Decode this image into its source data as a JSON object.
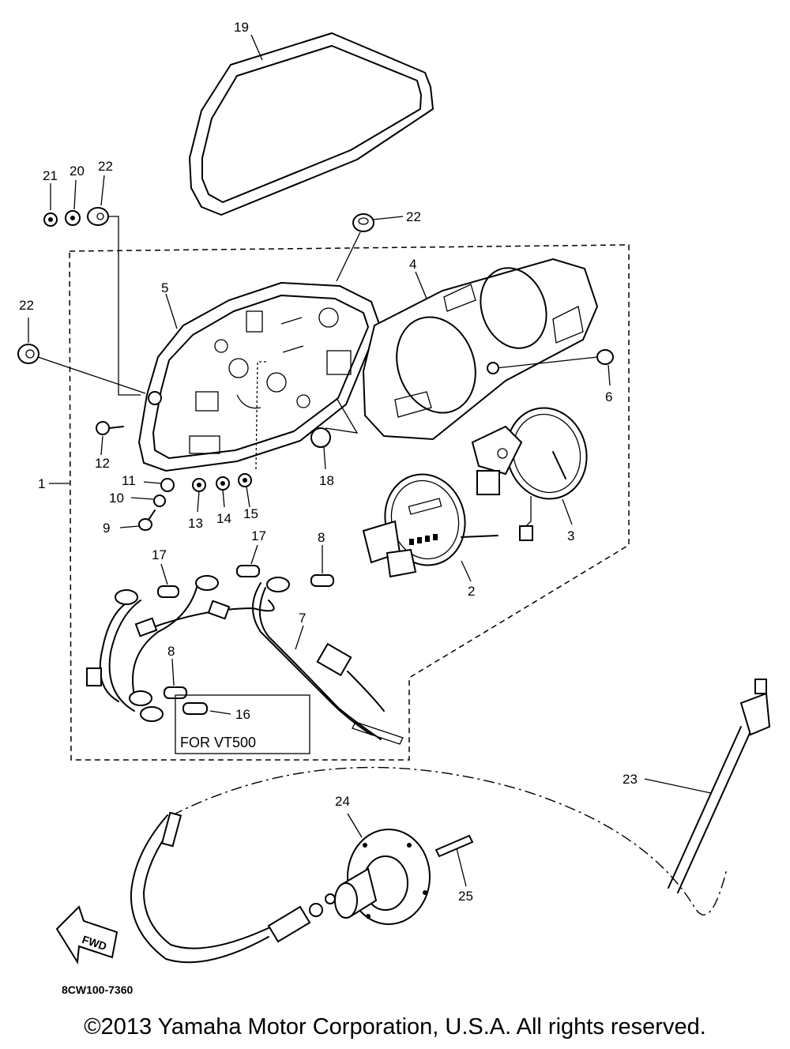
{
  "diagram_code": "8CW100-7360",
  "note_box": "FOR VT500",
  "fwd_label": "FWD",
  "copyright": "©2013 Yamaha Motor Corporation, U.S.A. All rights reserved.",
  "callouts": {
    "c1": "1",
    "c2": "2",
    "c3": "3",
    "c4": "4",
    "c5": "5",
    "c6": "6",
    "c7": "7",
    "c8a": "8",
    "c8b": "8",
    "c9": "9",
    "c10": "10",
    "c11": "11",
    "c12": "12",
    "c13": "13",
    "c14": "14",
    "c15": "15",
    "c16": "16",
    "c17a": "17",
    "c17b": "17",
    "c18": "18",
    "c19": "19",
    "c20": "20",
    "c21": "21",
    "c22a": "22",
    "c22b": "22",
    "c22c": "22",
    "c23": "23",
    "c24": "24",
    "c25": "25"
  }
}
